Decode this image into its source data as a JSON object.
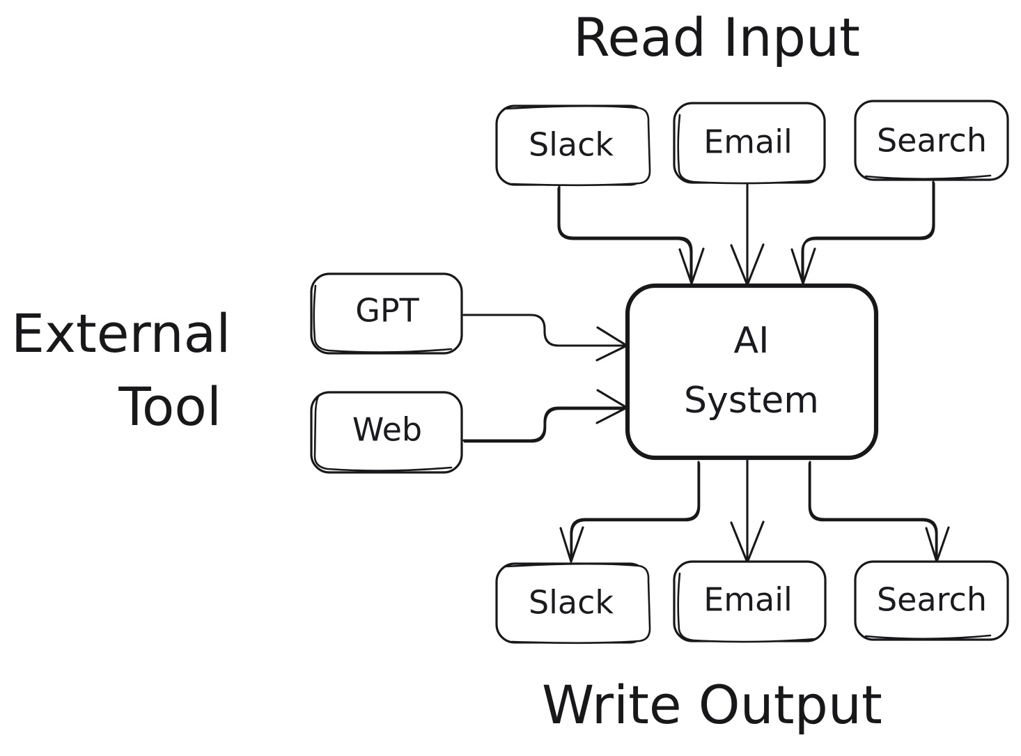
{
  "diagram": {
    "title_absent": true,
    "background_color": "#ffffff",
    "ink_color": "#18181b",
    "style": "hand-drawn-sketch",
    "group_labels": {
      "read_input": "Read Input",
      "external_tool_line1": "External",
      "external_tool_line2": "Tool",
      "write_output": "Write Output"
    },
    "center_node": {
      "label_line1": "AI",
      "label_line2": "System",
      "name": "ai-system"
    },
    "input_nodes": [
      {
        "label": "Slack",
        "name": "input-slack"
      },
      {
        "label": "Email",
        "name": "input-email"
      },
      {
        "label": "Search",
        "name": "input-search"
      }
    ],
    "tool_nodes": [
      {
        "label": "GPT",
        "name": "tool-gpt"
      },
      {
        "label": "Web",
        "name": "tool-web"
      }
    ],
    "output_nodes": [
      {
        "label": "Slack",
        "name": "output-slack"
      },
      {
        "label": "Email",
        "name": "output-email"
      },
      {
        "label": "Search",
        "name": "output-search"
      }
    ],
    "edges": [
      {
        "from": "Slack",
        "to": "AI System",
        "direction": "down"
      },
      {
        "from": "Email",
        "to": "AI System",
        "direction": "down"
      },
      {
        "from": "Search",
        "to": "AI System",
        "direction": "down"
      },
      {
        "from": "GPT",
        "to": "AI System",
        "direction": "right"
      },
      {
        "from": "Web",
        "to": "AI System",
        "direction": "right"
      },
      {
        "from": "AI System",
        "to": "Slack",
        "direction": "down"
      },
      {
        "from": "AI System",
        "to": "Email",
        "direction": "down"
      },
      {
        "from": "AI System",
        "to": "Search",
        "direction": "down"
      }
    ]
  }
}
